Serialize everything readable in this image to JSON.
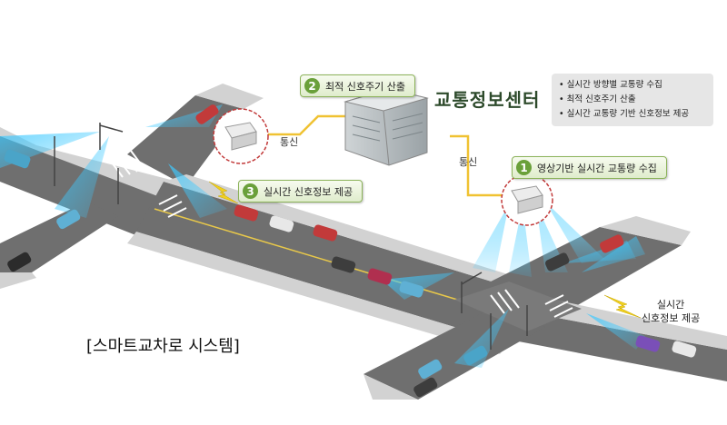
{
  "steps": [
    {
      "num": "1",
      "label": "영상기반 실시간 교통량 수집"
    },
    {
      "num": "2",
      "label": "최적 신호주기 산출"
    },
    {
      "num": "3",
      "label": "실시간 신호정보 제공"
    }
  ],
  "center_title": "교통정보센터",
  "info_items": [
    "실시간 방향별 교통량 수집",
    "최적 신호주기 산출",
    "실시간 교통량 기반 신호정보 제공"
  ],
  "link_labels": [
    "통신",
    "통신"
  ],
  "side_label_line1": "실시간",
  "side_label_line2": "신호정보 제공",
  "caption": "[스마트교차로 시스템]",
  "colors": {
    "road": "#6f6f6f",
    "sidewalk": "#d2d2d2",
    "crosswalk": "#ffffff",
    "camera_beam": "#3ec9ff",
    "link_line": "#f0c232",
    "badge": "#6aa03a",
    "title": "#2d4a2b"
  }
}
